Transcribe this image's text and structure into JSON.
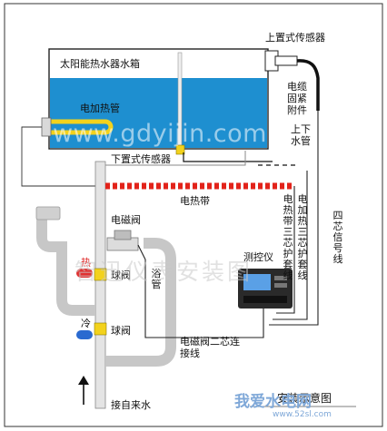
{
  "labels": {
    "water_tank": "太阳能热水器水箱",
    "top_sensor": "上置式传感器",
    "cable_fitting": "电缆固紧附件",
    "electric_heater": "电加热管",
    "bottom_sensor": "下置式传感器",
    "up_down_pipe": "上下水管",
    "heating_belt": "电热带",
    "solenoid_valve": "电磁阀",
    "hot": "热",
    "cold": "冷",
    "ball_valve_1": "球阀",
    "ball_valve_2": "球阀",
    "bath_pipe": "浴管",
    "controller": "测控仪",
    "belt_sleeve": "电热带三芯护套线",
    "heater_cable": "电加热三芯护套线",
    "signal_cable": "四芯信号线",
    "solenoid_cable": "电磁阀二芯连接线",
    "tap_water": "接自来水",
    "title": "安装示意图"
  },
  "watermarks": {
    "url": "www.gdyijin.com",
    "cn": "智迅仪表安装图",
    "corner": "我爱水电网",
    "corner_url": "www.52sl.com"
  },
  "colors": {
    "water": "#1e8fd0",
    "heating_belt_red": "#e2231a",
    "heater_yellow": "#f3d21c",
    "hot_red": "#e03030",
    "cold_blue": "#2a6ad0",
    "pipe_gray": "#c7c7c7",
    "controller_dark": "#2a2a2a",
    "controller_screen": "#5aa0e6"
  }
}
